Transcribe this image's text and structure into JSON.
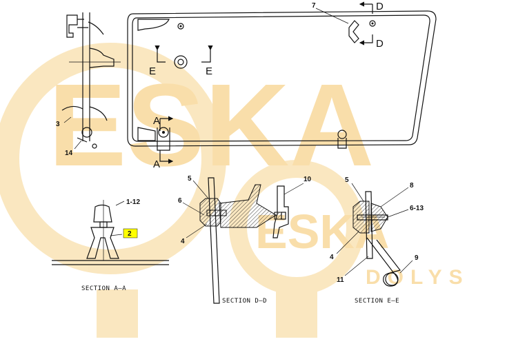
{
  "watermark": {
    "big_text": "ESKA",
    "small_text": "ESKA",
    "sub_text": "DOLYS",
    "color": "#f5c466"
  },
  "callouts": {
    "c1_12": "1-12",
    "c2": "2",
    "c3": "3",
    "c4_dd": "4",
    "c4_ee": "4",
    "c5_dd": "5",
    "c5_ee": "5",
    "c6_dd": "6",
    "c6_13": "6-13",
    "c7": "7",
    "c8": "8",
    "c9": "9",
    "c10": "10",
    "c11": "11",
    "c14": "14"
  },
  "view_letters": {
    "a_top": "A",
    "a_bottom": "A",
    "d_top": "D",
    "d_bottom": "D",
    "e_left": "E",
    "e_right": "E"
  },
  "sections": {
    "aa": "SECTION A–A",
    "dd": "SECTION D–D",
    "ee": "SECTION E–E"
  },
  "highlight_color": "#ffff00"
}
